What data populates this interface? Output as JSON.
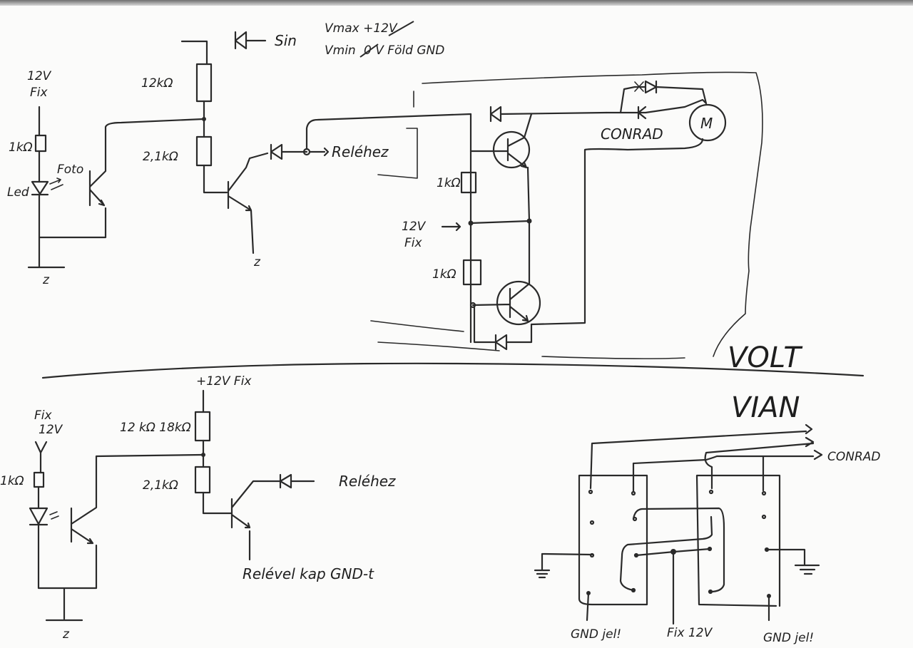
{
  "top_left": {
    "supply_label_1": "12V",
    "supply_label_2": "Fix",
    "r_led": "1kΩ",
    "led_label": "Led",
    "foto_label": "Foto",
    "ground_mark": "z",
    "r_upper": "12kΩ",
    "r_lower": "2,1kΩ",
    "input_label": "Sin",
    "relay_out_label": "Reléhez",
    "ground_mark_2": "z"
  },
  "notes": {
    "vmax_line": "Vmax +12V",
    "vmin_line_prefix": "Vmin",
    "vmin_struck": "0",
    "vmin_line_rest": "0 V Föld GND"
  },
  "motor_driver": {
    "r_top": "1kΩ",
    "supply_label_1": "12V",
    "supply_label_2": "Fix",
    "r_bottom": "1kΩ",
    "motor_label": "M",
    "conrad_label": "CONRAD",
    "section_title": "VOLT"
  },
  "bottom_left": {
    "supply_label_1": "Fix",
    "supply_label_2": "12V",
    "r_led": "1kΩ",
    "ground_mark": "z",
    "supply_top": "+12V  Fix",
    "r_upper": "12 kΩ 18kΩ",
    "r_lower": "2,1kΩ",
    "relay_label": "Reléhez",
    "relay_note": "Relével kap GND-t"
  },
  "relays": {
    "section_title": "VIAN",
    "conrad_label": "CONRAD",
    "gnd_left": "GND jel!",
    "fix_label": "Fix 12V",
    "gnd_right": "GND jel!"
  }
}
